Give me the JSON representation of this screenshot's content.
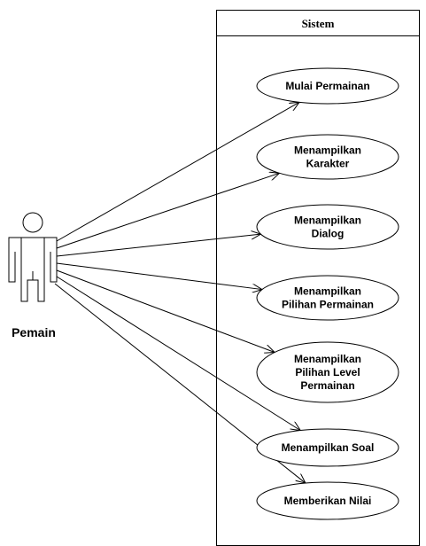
{
  "system": {
    "title": "Sistem"
  },
  "actor": {
    "name": "Pemain"
  },
  "use_cases": [
    {
      "lines": [
        "Mulai Permainan"
      ]
    },
    {
      "lines": [
        "Menampilkan",
        "Karakter"
      ]
    },
    {
      "lines": [
        "Menampilkan",
        "Dialog"
      ]
    },
    {
      "lines": [
        "Menampilkan",
        "Pilihan Permainan"
      ]
    },
    {
      "lines": [
        "Menampilkan",
        "Pilihan Level",
        "Permainan"
      ]
    },
    {
      "lines": [
        "Menampilkan Soal"
      ]
    },
    {
      "lines": [
        "Memberikan Nilai"
      ]
    }
  ]
}
